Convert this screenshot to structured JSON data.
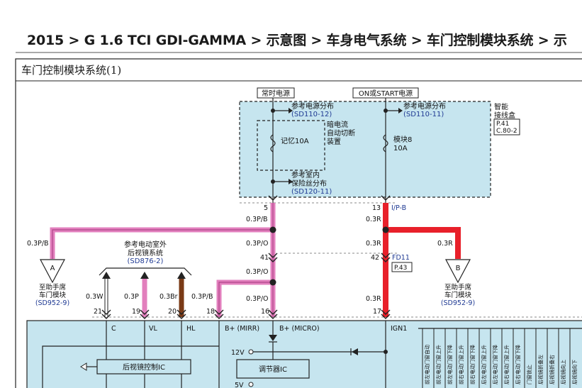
{
  "breadcrumb": "2015 > G 1.6 TCI GDI-GAMMA > 示意图 > 车身电气系统 > 车门控制模块系统 > 示",
  "page_title": "车门控制模块系统(1)",
  "top_labels": {
    "constant_power": "常时电源",
    "on_start_power": "ON或START电源"
  },
  "junction_box": {
    "name_line1": "智能",
    "name_line2": "接线盒",
    "ref1": "P.41",
    "ref2": "C.80-2"
  },
  "refs": {
    "power_dist_left_line1": "参考电源分布",
    "power_dist_left_line2": "(SD110-12)",
    "power_dist_right_line1": "参考电源分布",
    "power_dist_right_line2": "(SD110-11)",
    "fuse_dist_line1": "参考室内",
    "fuse_dist_line2": "保险丝分布",
    "fuse_dist_line3": "(SD120-11)",
    "mirror_line1": "参考电动室外",
    "mirror_line2": "后视镜系统",
    "mirror_line3": "(SD876-2)"
  },
  "fuses": {
    "memory": "记忆10A",
    "module8_line1": "模块8",
    "module8_line2": "10A"
  },
  "cutoff": {
    "line1": "暗电流",
    "line2": "自动切断",
    "line3": "装置"
  },
  "pins": {
    "jb_left": "5",
    "jb_right": "13",
    "jb_connector": "I/P-B",
    "j41": "41",
    "j42": "42",
    "p21": "21",
    "p19": "19",
    "p20": "20",
    "p18": "18",
    "p16": "16",
    "p17": "17"
  },
  "connector_fd11": "FD11",
  "connector_fd11_ref": "P.43",
  "wires": {
    "w_03pb": "0.3P/B",
    "w_03po": "0.3P/O",
    "w_03r": "0.3R",
    "w_03w": "0.3W",
    "w_03p": "0.3P",
    "w_03br": "0.3Br"
  },
  "destinations": {
    "a_letter": "A",
    "b_letter": "B",
    "passenger_door_line1": "至助手席",
    "passenger_door_line2": "车门模块",
    "passenger_door_ref": "(SD952-9)"
  },
  "module_terminals": {
    "c": "C",
    "vl": "VL",
    "hl": "HL",
    "b_mirr": "B+ (MIRR)",
    "b_micro": "B+ (MICRO)",
    "ign1": "IGN1",
    "v12": "12V",
    "v5": "5V"
  },
  "ic_labels": {
    "mirror_ic": "后视镜控制IC",
    "regulator_ic": "调节器IC"
  },
  "vertical_labels": [
    "前左电动门窗自动",
    "前左电动门窗上升",
    "前左电动门窗下降",
    "前右电动门窗上升",
    "前右电动门窗下降",
    "后左电动门窗上升",
    "后左电动门窗下降",
    "后右电动门窗上升",
    "后右电动门窗下降",
    "门窗锁止",
    "后视镜折叠左",
    "后视镜折叠右",
    "后视镜向上",
    "后视镜向下"
  ],
  "colors": {
    "pink_wire": "#e27fbd",
    "red_wire": "#e8202a",
    "brown_wire": "#7a3a16",
    "box_fill": "#c6e5ef",
    "ref_blue": "#1f3a93"
  }
}
